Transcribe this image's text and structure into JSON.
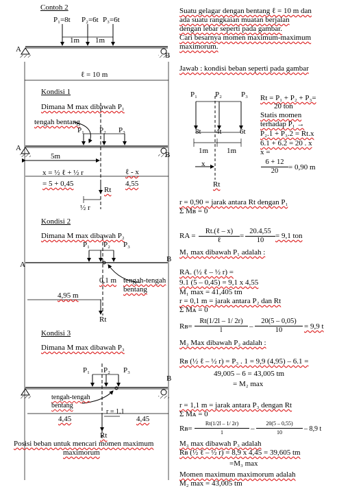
{
  "left": {
    "title": "Contoh 2",
    "loads_top": [
      "P₁=8t",
      "P₂=6t",
      "P₃=6t"
    ],
    "dims_top": [
      "1m",
      "1m"
    ],
    "span_label": "ℓ = 10 m",
    "A": "A",
    "B": "B",
    "k1_title": "Kondisi 1",
    "k1_desc": "Dimana M max dibawah P₁",
    "k1_center": "tengah bentang",
    "k1_P": [
      "P₁",
      "P₂",
      "P₃"
    ],
    "k1_5m": "5m",
    "k1_x_eq": "x = ½ ℓ + ½ r",
    "k1_x_val": "= 5 + 0,45",
    "k1_lx": "ℓ - x",
    "k1_455": "4,55",
    "k1_Rt": "Rt",
    "k1_half_r": "½ r",
    "k2_title": "Kondisi 2",
    "k2_desc": "Dimana M max dibawah P₂",
    "k2_P": [
      "P₁",
      "P₂",
      "P₃"
    ],
    "k2_01": "0,1 m",
    "k2_center": [
      "tengah-tengah",
      "bentang"
    ],
    "k2_495": "4,95 m",
    "k2_Rt": "Rt",
    "k3_title": "Kondisi 3",
    "k3_desc": "Dimana M max dibawah P₃",
    "k3_P": [
      "P₁",
      "P₂",
      "P₃"
    ],
    "k3_center": [
      "tengah-tengah",
      "bentang"
    ],
    "k3_r": "r = 1.1",
    "k3_445a": "4,45",
    "k3_445b": "4,45",
    "k3_Rt": "Rt",
    "caption": [
      "Posisi beban untuk mencari momen maximum",
      "maximorum"
    ]
  },
  "right": {
    "intro": [
      "Suatu gelagar dengan bentang ℓ = 10 m dan",
      "ada suatu rangkaian muatan berjalan",
      "dengan lebar seperti pada gambar.",
      "Cari besarnya momen maximum-maximum",
      "maximorum."
    ],
    "jawab": "Jawab : kondisi beban seperti pada gambar",
    "dP": [
      "P₁",
      "P₂",
      "P₃"
    ],
    "dvals": [
      "8t",
      "4t",
      "6t"
    ],
    "ddims": [
      "1m",
      "1m"
    ],
    "dx": "x",
    "dRt": "Rt",
    "rt_eq": [
      "Rt = P₁ + P₂ + P₃=",
      "20 ton",
      "Statis momen",
      "terhadap P₁ →",
      "P₂.1 + P₃.2 = Rt.x",
      "6.1 + 6.2 = 20 . x",
      "x ="
    ],
    "x_frac": [
      "6 + 12",
      "20"
    ],
    "x_res": "= 0,90 m",
    "r_line": "r = 0,90 = jarak antara Rt dengan P₁",
    "sum_mb": "Σ Mʙ = 0",
    "ra_lhs": "RA =",
    "ra_f1": [
      "Rt.(ℓ – x)",
      "ℓ"
    ],
    "ra_f2": [
      "20.4,55",
      "10"
    ],
    "ra_res": "= 9,1 ton",
    "m1_text": "M₁ max dibawah P₁ adalah :",
    "ra_line": "RA. (½ ℓ – ½ r) =",
    "m1_calc": "9.1 (5 – 0,45)  =  9,1 x 4,55",
    "m1_max": "M₁ max = 41,405 tm",
    "r2_line": "r = 0,1 m = jarak antara P₂ dan Rt",
    "sum_ma": "Σ Mᴀ = 0",
    "rb_lhs": "Rʙ=",
    "rb_f1": [
      "Rt(1/2l – 1/ 2r)",
      "l"
    ],
    "rb_f2": [
      "20(5 – 0,05)",
      "10"
    ],
    "rb_res": "= 9,9 t",
    "m2_text": "M₂ Max dibawah P₂ adalah :",
    "rb_line1": "Rʙ (½ ℓ – ½ r) = P₃ . 1 = 9,9 (4,95) – 6.1 =",
    "rb_line2": "49,005 – 6 = 43,005 tm",
    "rb_line3": "= M₂ max",
    "r3_line": "r = 1,1 m = jarak antara P₃ dengan Rt",
    "sum_ma2": "Σ Mᴀ = 0",
    "rb3_lhs": "Rʙ=",
    "rb3_f1": [
      "Rt(1/2l – 1/ 2r)",
      "1"
    ],
    "rb3_f2": [
      "20(5 – 0,55)",
      "10"
    ],
    "rb3_res": "– 8,9 t",
    "m3_text": "M₃ max dibawah P₃ adalah",
    "m3_calc": "Rʙ (½ ℓ – ½ r) = 8,9 x 4,45 = 39,605 tm",
    "m3_max": "=M₃ max",
    "final": [
      "Momen    maximum    maximorum    adalah",
      "M₂ max = 43,005 tm"
    ]
  }
}
